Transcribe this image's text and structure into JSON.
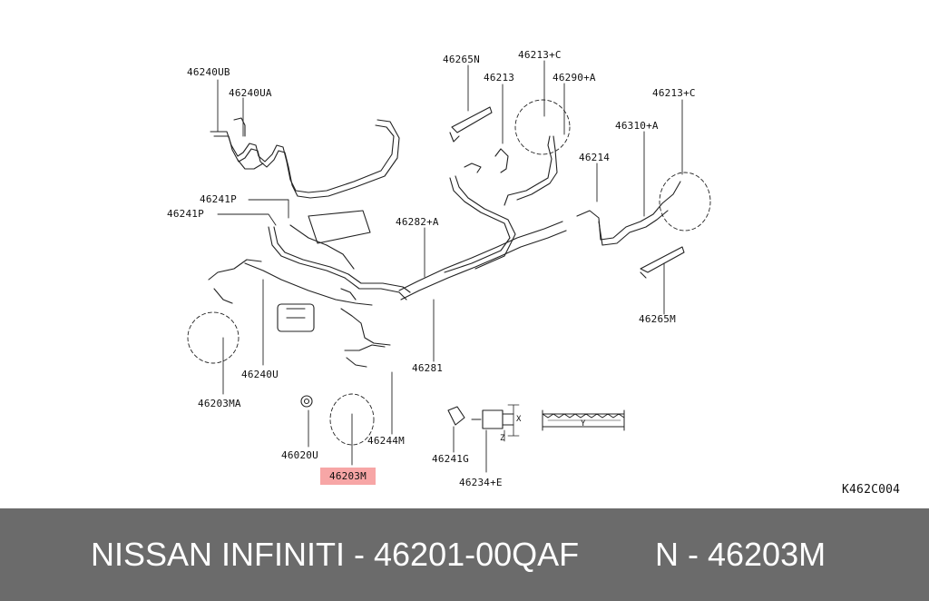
{
  "diagram": {
    "code": "K462C004",
    "labels": {
      "l_46240UB": "46240UB",
      "l_46240UA": "46240UA",
      "l_46265N": "46265N",
      "l_46213": "46213",
      "l_46213C_top": "46213+C",
      "l_46290A": "46290+A",
      "l_46213C_right": "46213+C",
      "l_46310A": "46310+A",
      "l_46214": "46214",
      "l_46241P_a": "46241P",
      "l_46241P_b": "46241P",
      "l_46282A": "46282+A",
      "l_46265M": "46265M",
      "l_46240U": "46240U",
      "l_46281": "46281",
      "l_46203MA": "46203MA",
      "l_46244M": "46244M",
      "l_46020U": "46020U",
      "l_46203M": "46203M",
      "l_46241G": "46241G",
      "l_46234E": "46234+E"
    },
    "dims": {
      "x": "X",
      "y": "Y",
      "z": "Z"
    }
  },
  "footer": {
    "left_text": "NISSAN INFINITI - 46201-00QAF",
    "right_text": "N - 46203M"
  },
  "colors": {
    "highlight": "#f7a6a6",
    "footer_bg": "#6b6b6b",
    "footer_text": "#ffffff"
  }
}
